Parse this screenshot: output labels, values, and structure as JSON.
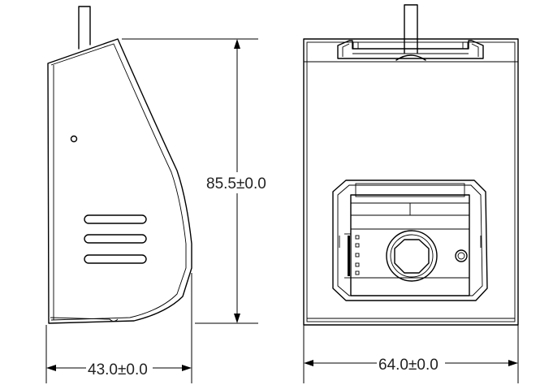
{
  "dimensions": {
    "height": "85.5±0.0",
    "side_width": "43.0±0.0",
    "front_width": "64.0±0.0"
  }
}
